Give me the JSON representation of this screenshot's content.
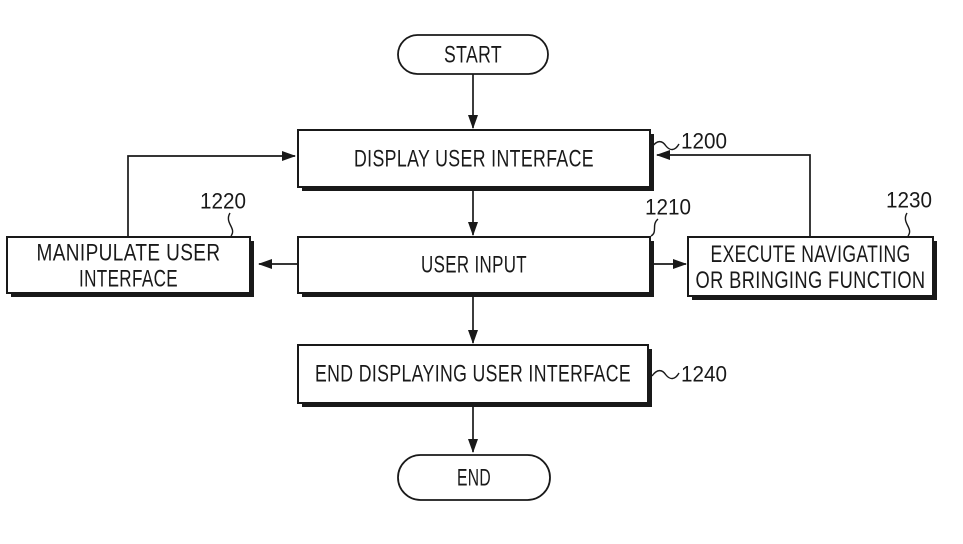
{
  "figure": {
    "type": "flowchart",
    "colors": {
      "line": "#191919",
      "background": "#ffffff",
      "box_fill": "#ffffff"
    },
    "nodes": {
      "start": {
        "shape": "terminator",
        "label": "START"
      },
      "display_ui": {
        "shape": "process",
        "label": "DISPLAY USER INTERFACE",
        "ref": "1200"
      },
      "user_input": {
        "shape": "process",
        "label": "USER INPUT",
        "ref": "1210"
      },
      "manipulate_ui": {
        "shape": "process",
        "lines": [
          "MANIPULATE USER",
          "INTERFACE"
        ],
        "ref": "1220"
      },
      "execute_function": {
        "shape": "process",
        "lines": [
          "EXECUTE NAVIGATING",
          "OR BRINGING FUNCTION"
        ],
        "ref": "1230"
      },
      "end_display_ui": {
        "shape": "process",
        "label": "END DISPLAYING USER INTERFACE",
        "ref": "1240"
      },
      "end": {
        "shape": "terminator",
        "label": "END"
      }
    },
    "edges": [
      {
        "from": "start",
        "to": "display_ui"
      },
      {
        "from": "display_ui",
        "to": "user_input"
      },
      {
        "from": "user_input",
        "to": "manipulate_ui"
      },
      {
        "from": "manipulate_ui",
        "to": "display_ui"
      },
      {
        "from": "user_input",
        "to": "execute_function"
      },
      {
        "from": "execute_function",
        "to": "display_ui"
      },
      {
        "from": "user_input",
        "to": "end_display_ui"
      },
      {
        "from": "end_display_ui",
        "to": "end"
      }
    ]
  }
}
